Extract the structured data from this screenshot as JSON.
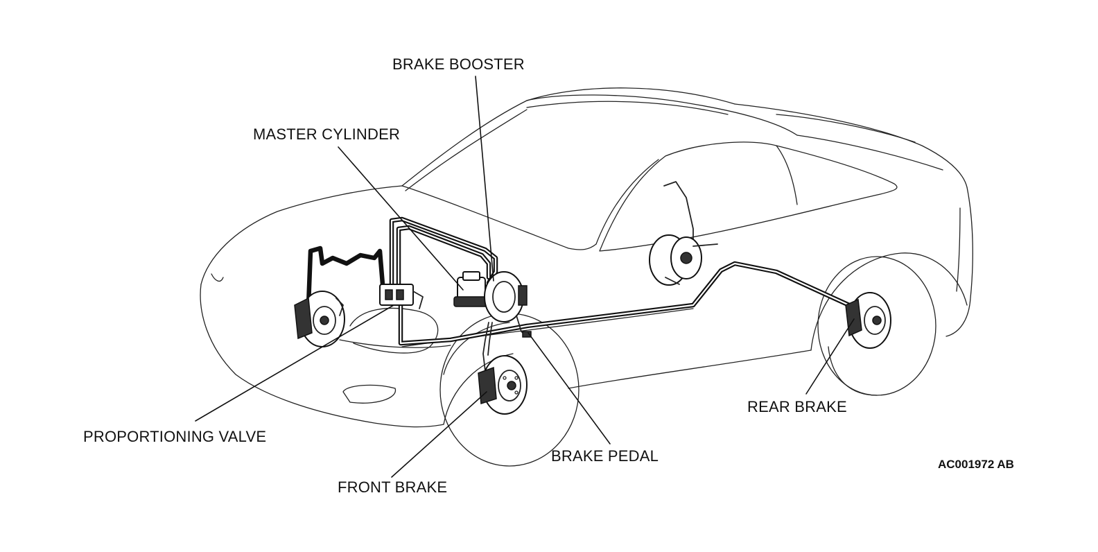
{
  "labels": {
    "brake_booster": "BRAKE BOOSTER",
    "master_cylinder": "MASTER CYLINDER",
    "proportioning_valve": "PROPORTIONING VALVE",
    "front_brake": "FRONT BRAKE",
    "brake_pedal": "BRAKE PEDAL",
    "rear_brake": "REAR BRAKE"
  },
  "figure_code": "AC001972 AB"
}
